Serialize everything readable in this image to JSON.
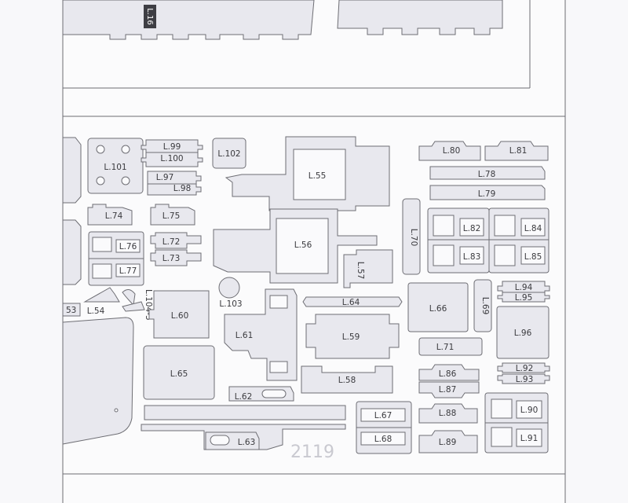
{
  "sheet_code": "2119",
  "colors": {
    "background": "#f3f3f5",
    "part_fill": "#e8e8ee",
    "outline": "#6e6e74",
    "label": "#3a3a3e"
  },
  "labels": {
    "L16": "L.16",
    "L53": "53",
    "L54": "L.54",
    "L55": "L.55",
    "L56": "L.56",
    "L57": "L.57",
    "L58": "L.58",
    "L59": "L.59",
    "L60": "L.60",
    "L61": "L.61",
    "L62": "L.62",
    "L63": "L.63",
    "L64": "L.64",
    "L65": "L.65",
    "L66": "L.66",
    "L67": "L.67",
    "L68": "L.68",
    "L69": "L.69",
    "L70": "L.70",
    "L71": "L.71",
    "L72": "L.72",
    "L73": "L.73",
    "L74": "L.74",
    "L75": "L.75",
    "L76": "L.76",
    "L77": "L.77",
    "L78": "L.78",
    "L79": "L.79",
    "L80": "L.80",
    "L81": "L.81",
    "L82": "L.82",
    "L83": "L.83",
    "L84": "L.84",
    "L85": "L.85",
    "L86": "L.86",
    "L87": "L.87",
    "L88": "L.88",
    "L89": "L.89",
    "L90": "L.90",
    "L91": "L.91",
    "L92": "L.92",
    "L93": "L.93",
    "L94": "L.94",
    "L95": "L.95",
    "L96": "L.96",
    "L97": "L.97",
    "L98": "L.98",
    "L99": "L.99",
    "L100": "L.100",
    "L101": "L.101",
    "L102": "L.102",
    "L103": "L.103",
    "L104_5": "L.104-5"
  }
}
